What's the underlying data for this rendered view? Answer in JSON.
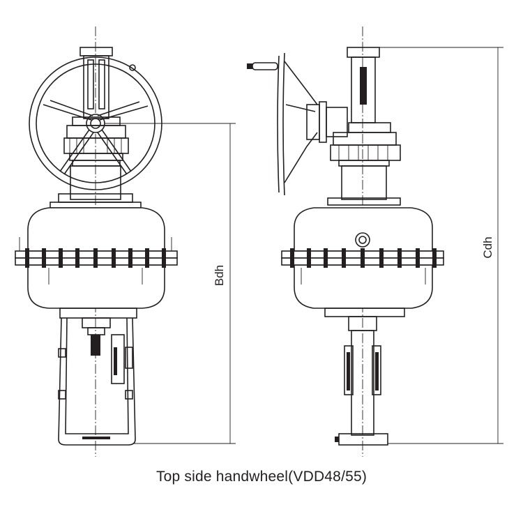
{
  "caption": "Top side handwheel(VDD48/55)",
  "dimensions": {
    "left_view": "Bdh",
    "right_view": "Cdh"
  },
  "colors": {
    "line": "#231f20",
    "background": "#ffffff"
  }
}
